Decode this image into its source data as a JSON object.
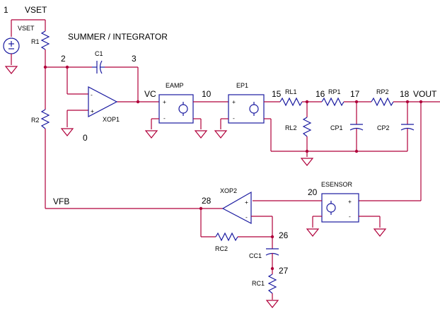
{
  "title": "SUMMER / INTEGRATOR",
  "nets": {
    "n1": "1",
    "vset": "VSET",
    "n2": "2",
    "n3": "3",
    "vc": "VC",
    "n0": "0",
    "n10": "10",
    "n15": "15",
    "n16": "16",
    "n17": "17",
    "n18": "18",
    "vout": "VOUT",
    "vfb": "VFB",
    "n20": "20",
    "n28": "28",
    "n26": "26",
    "n27": "27"
  },
  "parts": {
    "vset_src": "VSET",
    "r1": "R1",
    "r2": "R2",
    "c1": "C1",
    "xop1": "XOP1",
    "eamp": "EAMP",
    "ep1": "EP1",
    "rl1": "RL1",
    "rl2": "RL2",
    "rp1": "RP1",
    "rp2": "RP2",
    "cp1": "CP1",
    "cp2": "CP2",
    "esensor": "ESENSOR",
    "xop2": "XOP2",
    "rc2": "RC2",
    "cc1": "CC1",
    "rc1": "RC1"
  },
  "pins": {
    "minus": "-",
    "plus": "+"
  }
}
